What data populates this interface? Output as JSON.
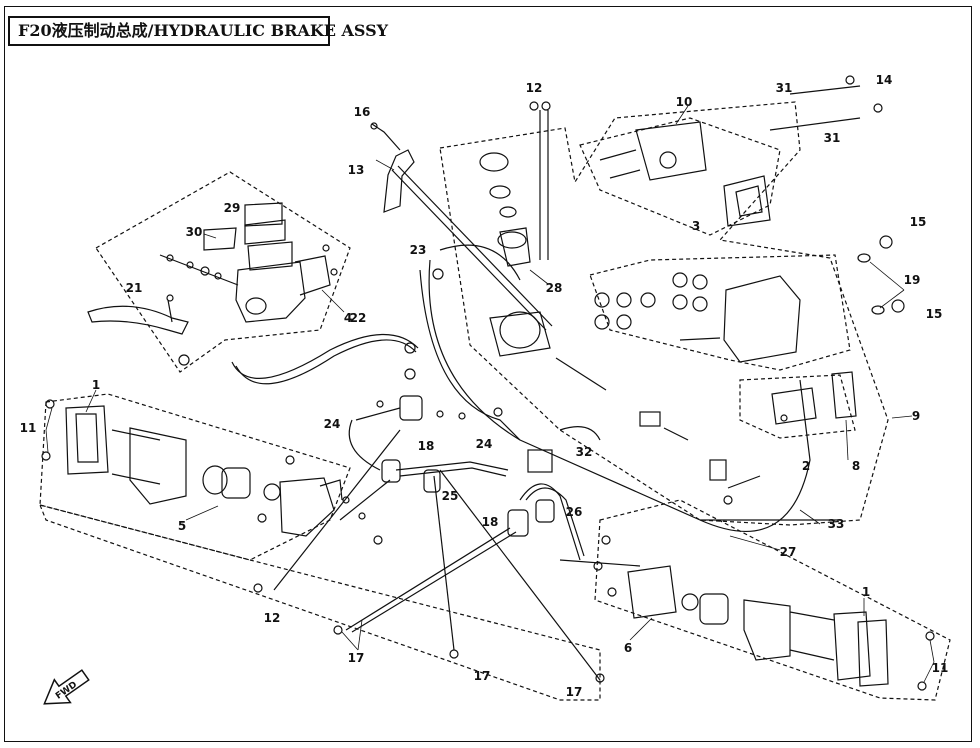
{
  "title": "F20液压制动总成/HYDRAULIC BRAKE ASSY",
  "direction_label": "FWD",
  "callouts": {
    "c1_left": "1",
    "c1_right": "1",
    "c2": "2",
    "c3": "3",
    "c4": "4",
    "c5": "5",
    "c6": "6",
    "c8": "8",
    "c9": "9",
    "c10": "10",
    "c11_left": "11",
    "c11_right": "11",
    "c12_top": "12",
    "c12_bottom": "12",
    "c13": "13",
    "c14": "14",
    "c15_top": "15",
    "c15_bottom": "15",
    "c16": "16",
    "c17_a": "17",
    "c17_b": "17",
    "c17_c": "17",
    "c18_a": "18",
    "c18_b": "18",
    "c19": "19",
    "c21": "21",
    "c22": "22",
    "c23": "23",
    "c24_a": "24",
    "c24_b": "24",
    "c25": "25",
    "c26": "26",
    "c27": "27",
    "c28": "28",
    "c29": "29",
    "c30": "30",
    "c31_a": "31",
    "c31_b": "31",
    "c32": "32",
    "c33": "33"
  },
  "colors": {
    "line": "#111111",
    "background": "#ffffff"
  }
}
